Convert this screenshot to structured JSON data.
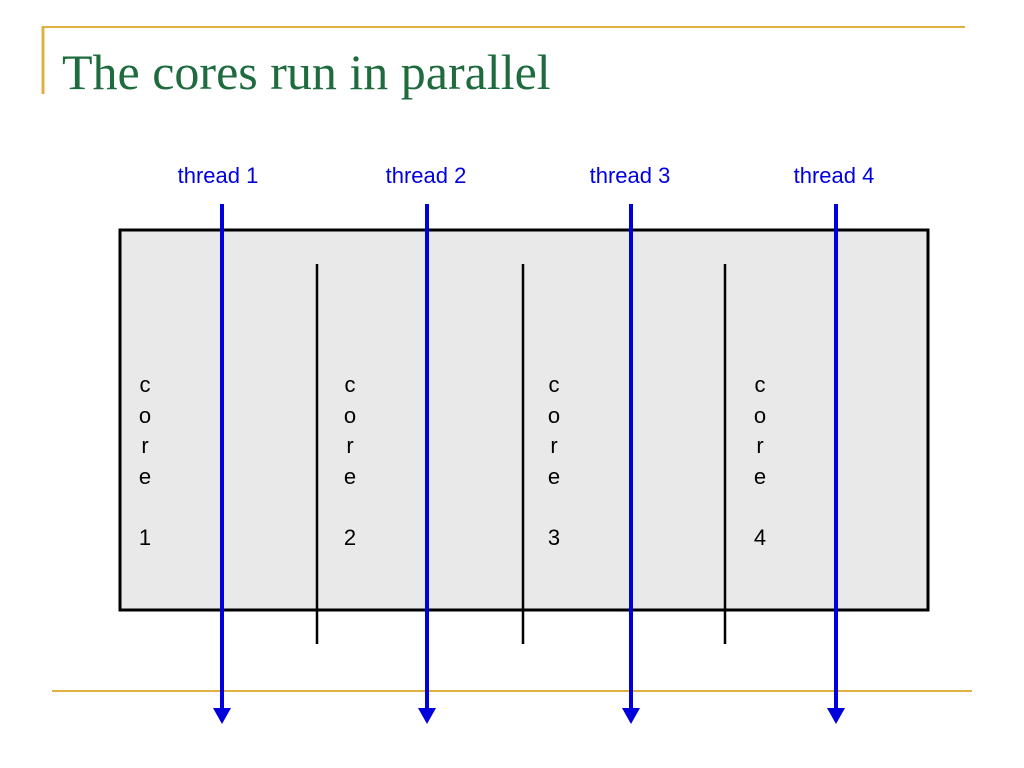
{
  "slide": {
    "title": "The cores run in parallel"
  },
  "colors": {
    "accent_rule": "#e0b040",
    "title_text": "#1e6b3e",
    "thread_arrow": "#0000dd",
    "chip_fill": "#e9e9e9",
    "divider": "#000000"
  },
  "threads": [
    {
      "label": "thread 1"
    },
    {
      "label": "thread 2"
    },
    {
      "label": "thread 3"
    },
    {
      "label": "thread 4"
    }
  ],
  "cores": [
    {
      "letters": [
        "c",
        "o",
        "r",
        "e"
      ],
      "number": "1"
    },
    {
      "letters": [
        "c",
        "o",
        "r",
        "e"
      ],
      "number": "2"
    },
    {
      "letters": [
        "c",
        "o",
        "r",
        "e"
      ],
      "number": "3"
    },
    {
      "letters": [
        "c",
        "o",
        "r",
        "e"
      ],
      "number": "4"
    }
  ]
}
